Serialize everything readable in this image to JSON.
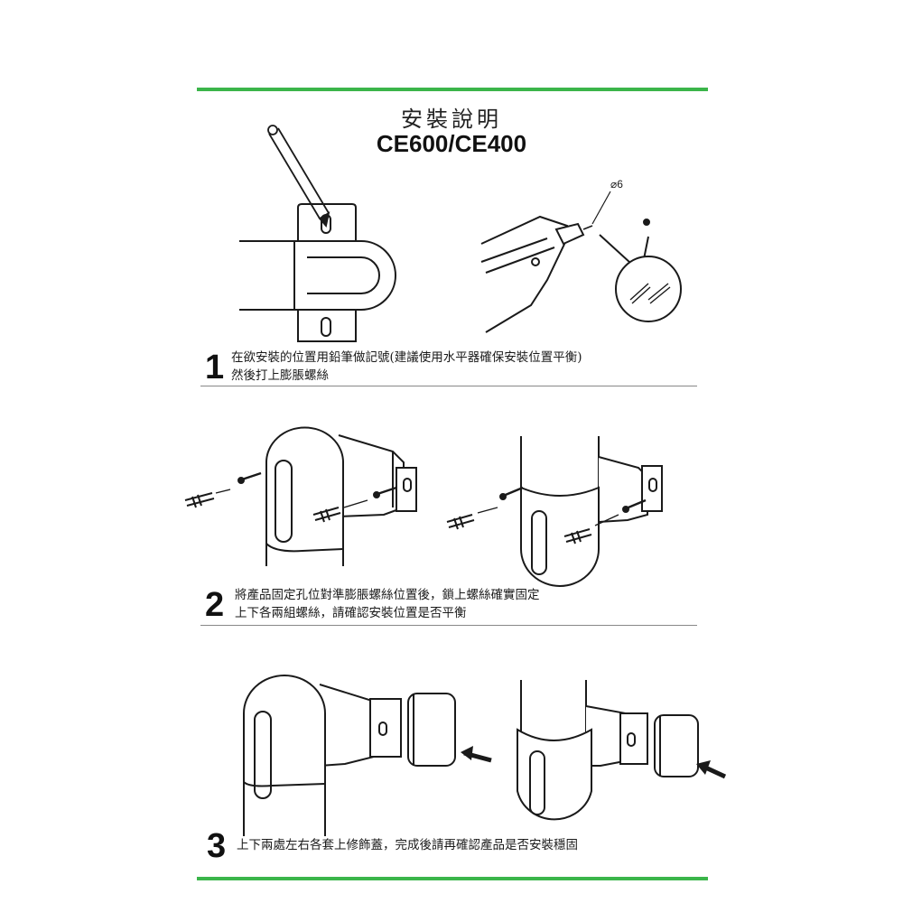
{
  "header": {
    "title": "安裝說明",
    "model": "CE600/CE400"
  },
  "steps": [
    {
      "number": "1",
      "lines": [
        "在欲安裝的位置用鉛筆做記號(建議使用水平器確保安裝位置平衡)",
        "然後打上膨脹螺絲"
      ],
      "callout": "⌀6"
    },
    {
      "number": "2",
      "lines": [
        "將產品固定孔位對準膨脹螺絲位置後，鎖上螺絲確實固定",
        "上下各兩組螺絲，請確認安裝位置是否平衡"
      ]
    },
    {
      "number": "3",
      "lines": [
        "上下兩處左右各套上修飾蓋，完成後請再確認產品是否安裝穩固"
      ]
    }
  ],
  "colors": {
    "accent": "#3bb54a",
    "line": "#1a1a1a",
    "rule": "#888888"
  }
}
